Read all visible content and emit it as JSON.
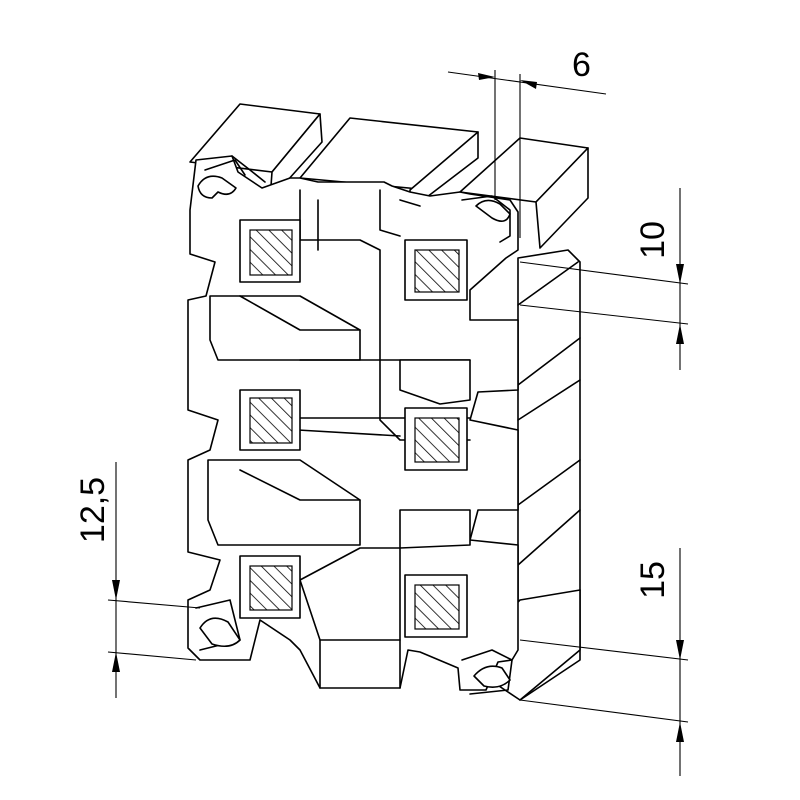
{
  "dimensions": [
    {
      "id": "slot-width",
      "label": "6"
    },
    {
      "id": "offset-right-top",
      "label": "10"
    },
    {
      "id": "offset-right-bottom",
      "label": "15"
    },
    {
      "id": "offset-left-bottom",
      "label": "12,5"
    }
  ]
}
